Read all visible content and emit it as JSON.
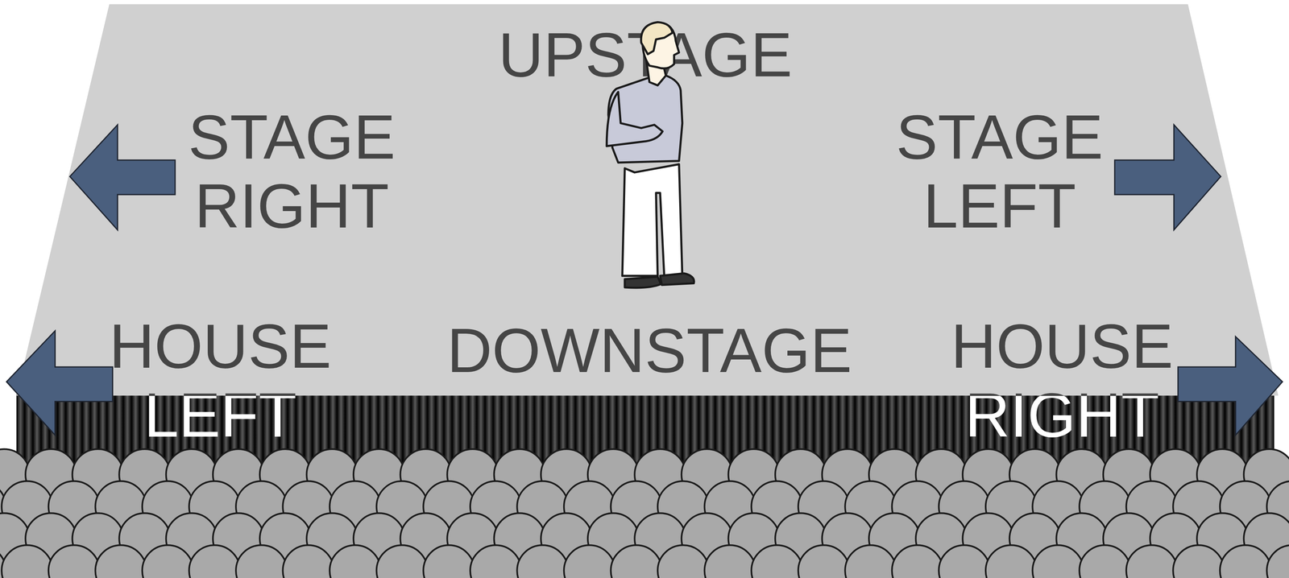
{
  "diagram": {
    "nodes": [
      {
        "text": [
          "UPSTAGE",
          "STAGE RIGHT",
          "STAGE LEFT",
          "DOWNSTAGE"
        ]
      }
    ],
    "labels": [
      "HOUSE LEFT",
      "HOUSE RIGHT"
    ]
  }
}
